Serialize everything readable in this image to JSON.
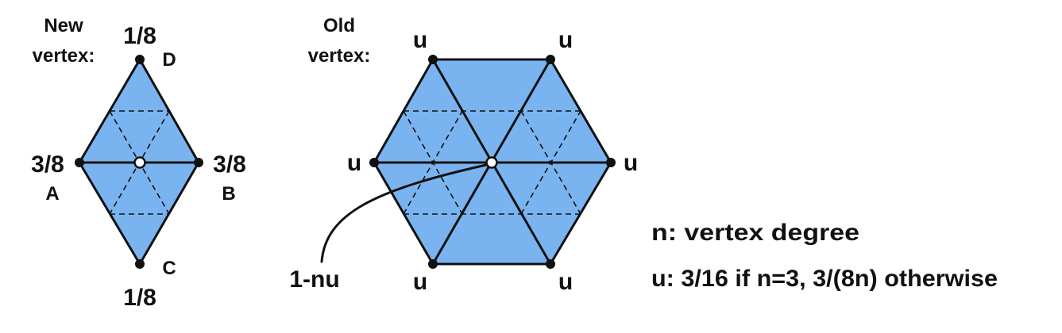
{
  "new_vertex": {
    "title_line1": "New",
    "title_line2": "vertex:",
    "top_weight": "1/8",
    "top_label": "D",
    "left_weight": "3/8",
    "left_label": "A",
    "right_weight": "3/8",
    "right_label": "B",
    "bottom_weight": "1/8",
    "bottom_label": "C",
    "fill_color": "#7ab4f0"
  },
  "old_vertex": {
    "title_line1": "Old",
    "title_line2": "vertex:",
    "neighbor_weight": "u",
    "center_weight": "1-nu",
    "fill_color": "#7ab4f0"
  },
  "legend": {
    "line1": "n: vertex degree",
    "line2": "u: 3/16 if n=3, 3/(8n) otherwise"
  }
}
